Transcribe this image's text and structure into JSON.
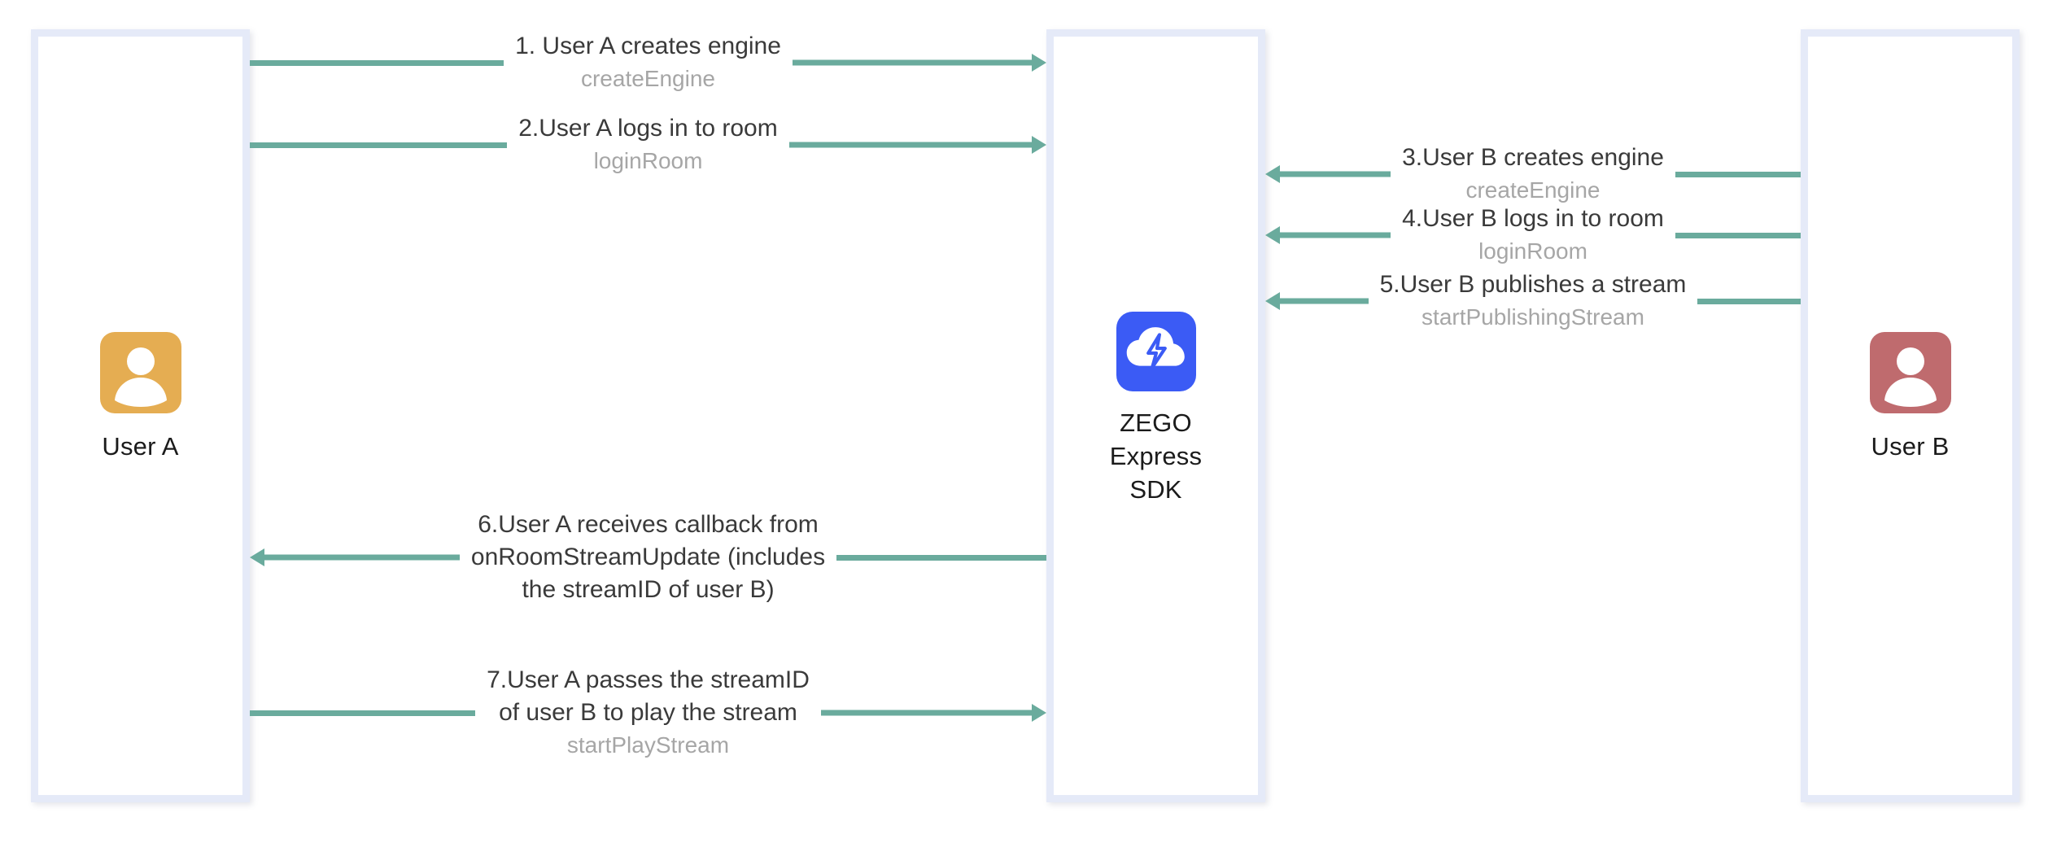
{
  "diagram": {
    "title": "ZEGO Express SDK publish and play stream flow",
    "colors": {
      "arrow": "#6aab9d",
      "lane_border": "#e5eaf8",
      "user_a_avatar": "#e5ad52",
      "user_b_avatar": "#bf6b6e",
      "sdk_logo": "#3b5bf5",
      "text_primary": "#3a3a3a",
      "text_api": "#a6a6a6"
    },
    "lanes": [
      {
        "id": "user-a",
        "label": "User A",
        "icon": "user-avatar-icon"
      },
      {
        "id": "zego-sdk",
        "label_lines": [
          "ZEGO",
          "Express",
          "SDK"
        ],
        "icon": "zego-cloud-logo-icon"
      },
      {
        "id": "user-b",
        "label": "User B",
        "icon": "user-avatar-icon"
      }
    ],
    "sdk_label": {
      "line1": "ZEGO",
      "line2": "Express",
      "line3": "SDK"
    },
    "messages": [
      {
        "id": "step-1",
        "from": "user-a",
        "to": "zego-sdk",
        "direction": "right",
        "main": "1. User A creates engine",
        "api": "createEngine"
      },
      {
        "id": "step-2",
        "from": "user-a",
        "to": "zego-sdk",
        "direction": "right",
        "main": "2.User A logs in to room",
        "api": "loginRoom"
      },
      {
        "id": "step-3",
        "from": "user-b",
        "to": "zego-sdk",
        "direction": "left",
        "main": "3.User B creates engine",
        "api": "createEngine"
      },
      {
        "id": "step-4",
        "from": "user-b",
        "to": "zego-sdk",
        "direction": "left",
        "main": "4.User B logs in to room",
        "api": "loginRoom"
      },
      {
        "id": "step-5",
        "from": "user-b",
        "to": "zego-sdk",
        "direction": "left",
        "main": "5.User B publishes a stream",
        "api": "startPublishingStream"
      },
      {
        "id": "step-6",
        "from": "zego-sdk",
        "to": "user-a",
        "direction": "left",
        "main": "6.User A receives callback from",
        "main2": "onRoomStreamUpdate (includes",
        "main3": "the streamID of user B)",
        "api": ""
      },
      {
        "id": "step-7",
        "from": "user-a",
        "to": "zego-sdk",
        "direction": "right",
        "main": "7.User A passes the streamID",
        "main2": "of user B to play the stream",
        "api": "startPlayStream"
      }
    ]
  }
}
